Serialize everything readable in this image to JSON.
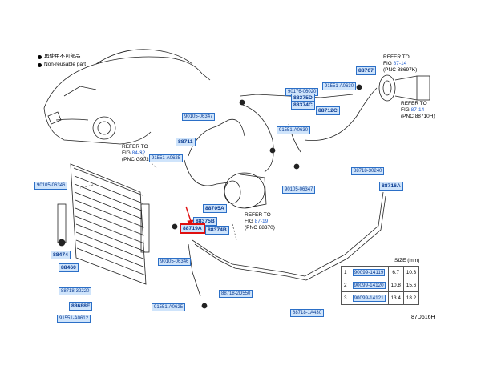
{
  "legend": {
    "item1": "再使用不可部品",
    "item2": "Non-reusable part"
  },
  "refs": {
    "ref1": {
      "line1": "REFER TO",
      "line2": "FIG ",
      "fig": "87-14",
      "line3": "(PNC 88697K)"
    },
    "ref2": {
      "line1": "REFER TO",
      "line2": "FIG ",
      "fig": "87-14",
      "line3": "(PNC 88710H)"
    },
    "ref3": {
      "line1": "REFER TO",
      "line2": "FIG ",
      "fig": "84-32",
      "line3": "(PNC G9010A)"
    },
    "ref4": {
      "line1": "REFER TO",
      "line2": "FIG ",
      "fig": "87-19",
      "line3": "(PNC 88370)"
    }
  },
  "parts": {
    "p88707": "88707",
    "p90105_06347a": "90105-06347",
    "p90176_06020": "90176-06020",
    "p88375d": "88375D",
    "p88374c": "88374C",
    "p91551_a0630a": "91551-A0630",
    "p88712c": "88712C",
    "p91551_a0630b": "91551-A0630",
    "p88711": "88711",
    "p91551_a0625a": "91551-A0625",
    "p88718_30240": "88718-30240",
    "p90105_06346": "90105-06346",
    "p90105_06347b": "90105-06347",
    "p88716a": "88716A",
    "p88705a": "88705A",
    "p88375b": "88375B",
    "p88719a": "88719A",
    "p88374b": "88374B",
    "p88474": "88474",
    "p88460": "88460",
    "p90105_06346b": "90105-06346",
    "p88718_32220": "88718-32220",
    "p88688e": "88688E",
    "p91551_a0612": "91551-A0612",
    "p91551_a0625b": "91551-A0625",
    "p88718_2d550": "88718-2D550",
    "p88718_1a430": "88718-1A430"
  },
  "size_table": {
    "header": "SIZE (mm)",
    "rows": [
      {
        "num": "1",
        "code": "90099-14119",
        "a": "6.7",
        "b": "10.3"
      },
      {
        "num": "2",
        "code": "90099-14120",
        "a": "10.8",
        "b": "15.6"
      },
      {
        "num": "3",
        "code": "90099-14121",
        "a": "13.4",
        "b": "18.2"
      }
    ]
  },
  "figure_id": "87D616H"
}
